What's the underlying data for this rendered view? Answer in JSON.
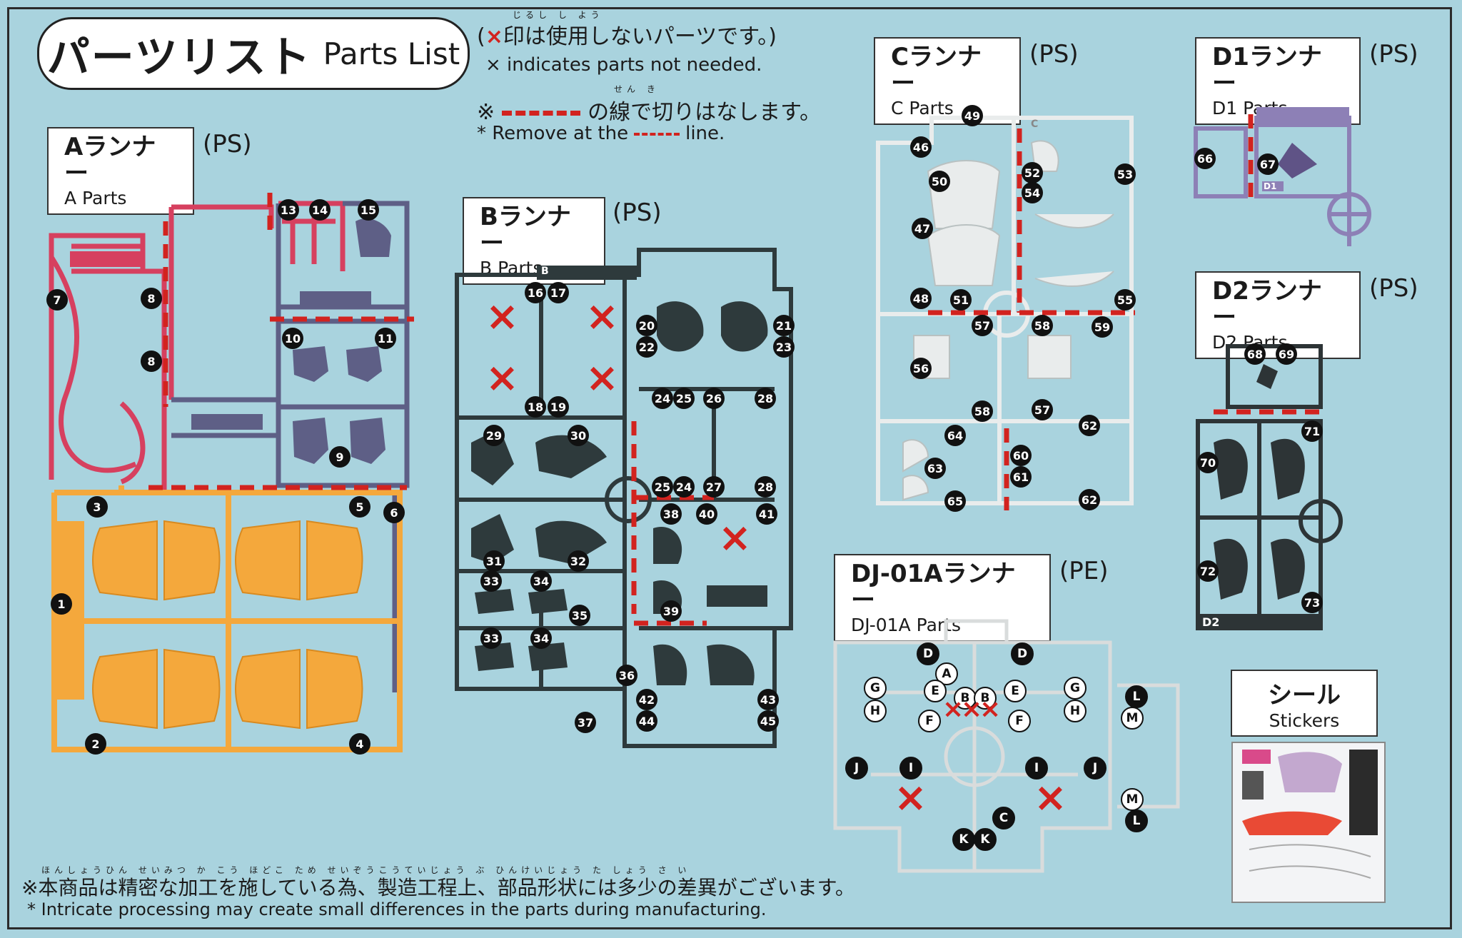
{
  "title": {
    "jp": "パーツリスト",
    "en": "Parts List"
  },
  "notes": {
    "x_jp_prefix": "(",
    "x_mark": "×",
    "x_jp": "印は使用しないパーツです。)",
    "x_en": "× indicates parts not needed.",
    "x_ruby": "じるし し よう",
    "cut_jp_prefix": "※",
    "cut_jp": "の線で切りはなします。",
    "cut_ruby": "せん き",
    "cut_en_prefix": "* Remove at the",
    "cut_en_suffix": "line."
  },
  "runners": {
    "A": {
      "jp": "Aランナー",
      "en": "A Parts",
      "material": "(PS)"
    },
    "B": {
      "jp": "Bランナー",
      "en": "B Parts",
      "material": "(PS)"
    },
    "C": {
      "jp": "Cランナー",
      "en": "C Parts",
      "material": "(PS)"
    },
    "D1": {
      "jp": "D1ランナー",
      "en": "D1 Parts",
      "material": "(PS)"
    },
    "D2": {
      "jp": "D2ランナー",
      "en": "D2 Parts",
      "material": "(PS)"
    },
    "DJ": {
      "jp": "DJ-01Aランナー",
      "en": "DJ-01A Parts",
      "material": "(PE)"
    }
  },
  "stickers": {
    "jp": "シール",
    "en": "Stickers"
  },
  "runner_tags": {
    "B": "B",
    "C": "C",
    "D1": "D1",
    "D2": "D2"
  },
  "part_numbers": {
    "A": [
      "1",
      "2",
      "3",
      "4",
      "5",
      "6",
      "7",
      "8",
      "8",
      "9",
      "10",
      "11",
      "13",
      "14",
      "15"
    ],
    "B": [
      "16",
      "17",
      "18",
      "19",
      "20",
      "21",
      "22",
      "23",
      "24",
      "25",
      "26",
      "28",
      "24",
      "25",
      "27",
      "28",
      "29",
      "30",
      "31",
      "32",
      "33",
      "34",
      "33",
      "34",
      "35",
      "36",
      "37",
      "38",
      "40",
      "41",
      "39",
      "42",
      "43",
      "44",
      "45"
    ],
    "C": [
      "46",
      "47",
      "48",
      "49",
      "50",
      "51",
      "52",
      "53",
      "54",
      "55",
      "56",
      "57",
      "58",
      "57",
      "58",
      "59",
      "60",
      "61",
      "62",
      "62",
      "63",
      "64",
      "65"
    ],
    "D1": [
      "66",
      "67"
    ],
    "D2": [
      "68",
      "69",
      "70",
      "71",
      "72",
      "73"
    ],
    "DJ": [
      "D",
      "D",
      "A",
      "B",
      "B",
      "E",
      "E",
      "G",
      "G",
      "H",
      "H",
      "F",
      "F",
      "J",
      "J",
      "I",
      "I",
      "C",
      "K",
      "K",
      "L",
      "M",
      "M",
      "L"
    ]
  },
  "footer": {
    "jp": "※本商品は精密な加工を施している為、製造工程上、部品形状には多少の差異がございます。",
    "ruby": "ほんしょうひん せいみつ か こう ほどこ ため せいぞうこうていじょう ぶ ひんけいじょう た しょう さ い",
    "en": "* Intricate processing may create small differences in the parts during manufacturing."
  },
  "colors": {
    "background": "#a9d3de",
    "runner_A_red": "#d6405f",
    "runner_A_purple": "#5e5f86",
    "runner_A_orange": "#f4a83c",
    "runner_B": "#2e3a3c",
    "runner_C": "#e9ecec",
    "runner_D1": "#8d80b6",
    "runner_D2": "#2d3436",
    "runner_DJ": "#d9dcdc",
    "cut_line": "#d2231f"
  }
}
